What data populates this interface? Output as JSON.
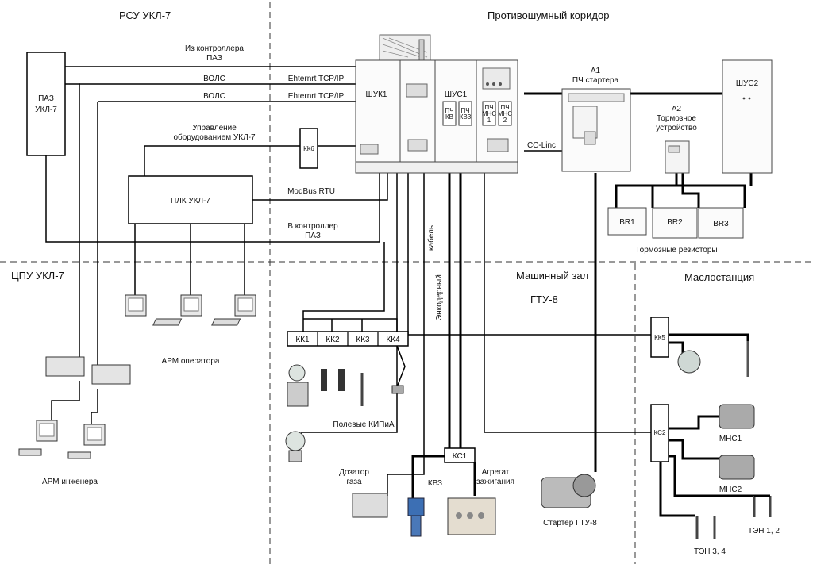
{
  "zones": {
    "rsu": "РСУ УКЛ-7",
    "corridor": "Противошумный коридор",
    "cpu": "ЦПУ УКЛ-7",
    "machine_hall_1": "Машинный зал",
    "machine_hall_2": "ГТУ-8",
    "oil_station": "Маслостанция"
  },
  "blocks": {
    "paz_1": "ПАЗ",
    "paz_2": "УКЛ-7",
    "plc": "ПЛК УКЛ-7",
    "kk6": "КК6",
    "kk1": "КК1",
    "kk2": "КК2",
    "kk3": "КК3",
    "kk4": "КК4",
    "kk5": "КК5",
    "ks1": "КС1",
    "ks2": "КС2",
    "shuk1": "ШУК1",
    "shus1": "ШУС1",
    "shus2": "ШУС2",
    "br1": "BR1",
    "br2": "BR2",
    "br3": "BR3"
  },
  "modules": {
    "m1a": "ПЧ",
    "m1b": "КВ",
    "m2a": "ПЧ",
    "m2b": "КВЗ",
    "m3a": "ПЧ",
    "m3b": "МНС",
    "m3c": "1",
    "m4a": "ПЧ",
    "m4b": "МНС",
    "m4c": "2"
  },
  "connections": {
    "from_ctrl_1": "Из контроллера",
    "from_ctrl_2": "ПАЗ",
    "vols_1": "ВОЛС",
    "vols_2": "ВОЛС",
    "eth_1": "Ehternrt TCP/IP",
    "eth_2": "Ehternrt TCP/IP",
    "mgmt_1": "Управление",
    "mgmt_2": "оборудованием УКЛ-7",
    "modbus": "ModBus RTU",
    "to_ctrl_1": "В контроллер",
    "to_ctrl_2": "ПАЗ",
    "cc_linc": "CC-Linc",
    "encoder_1": "Энкодерный",
    "encoder_2": "кабель"
  },
  "equipment": {
    "a1_1": "А1",
    "a1_2": "ПЧ стартера",
    "a2_1": "А2",
    "a2_2": "Тормозное",
    "a2_3": "устройство",
    "brake_resistors": "Тормозные резисторы",
    "arm_operator": "АРМ оператора",
    "arm_engineer": "АРМ инженера",
    "field_kip": "Полевые КИПиА",
    "gas_doser_1": "Дозатор",
    "gas_doser_2": "газа",
    "kvz": "КВЗ",
    "ignition_1": "Агрегат",
    "ignition_2": "зажигания",
    "starter": "Стартер ГТУ-8",
    "mns1": "МНС1",
    "mns2": "МНС2",
    "ten34": "ТЭН 3, 4",
    "ten12": "ТЭН 1, 2"
  }
}
